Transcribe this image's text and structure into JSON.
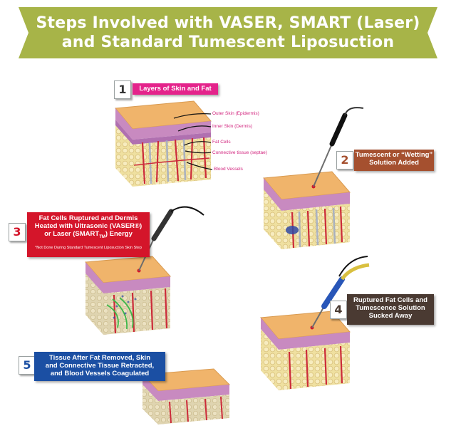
{
  "title": {
    "line1": "Steps Involved with VASER, SMART (Laser)",
    "line2": "and Standard Tumescent Liposuction"
  },
  "steps": [
    {
      "number": "1",
      "label": "Layers of Skin and Fat"
    },
    {
      "number": "2",
      "label_line1": "Tumescent or “Wetting”",
      "label_line2": "Solution Added"
    },
    {
      "number": "3",
      "label_line1": "Fat Cells Ruptured and Dermis",
      "label_line2": "Heated with Ultrasonic (VASER®)",
      "label_line3_a": "or Laser (SMART",
      "label_line3_sub": "TM",
      "label_line3_b": ") Energy",
      "note": "*Not Done During Standard Tumescent Liposuction Skin Step"
    },
    {
      "number": "4",
      "label_line1": "Ruptured Fat Cells and",
      "label_line2": "Tumescence Solution",
      "label_line3": "Sucked Away"
    },
    {
      "number": "5",
      "label_line1": "Tissue After Fat Removed, Skin",
      "label_line2": "and Connective Tissue Retracted,",
      "label_line3": "and Blood Vessels Coagulated"
    }
  ],
  "annotations": {
    "outer_skin": "Outer Skin (Epidermis)",
    "inner_skin": "Inner Skin (Dermis)",
    "fat_cells": "Fat Cells",
    "connective": "Connective tissue (septae)",
    "blood_vessels": "Blood Vessels"
  },
  "colors": {
    "banner": "#a7b448",
    "step1_label": "#e4238b",
    "step2_label": "#a5502f",
    "step3_label": "#d4152a",
    "step4_label": "#4a3a32",
    "step5_label": "#1b4fa3",
    "skin_top": "#f0b46b",
    "dermis": "#c88ac0",
    "fat": "#efe0a0"
  }
}
